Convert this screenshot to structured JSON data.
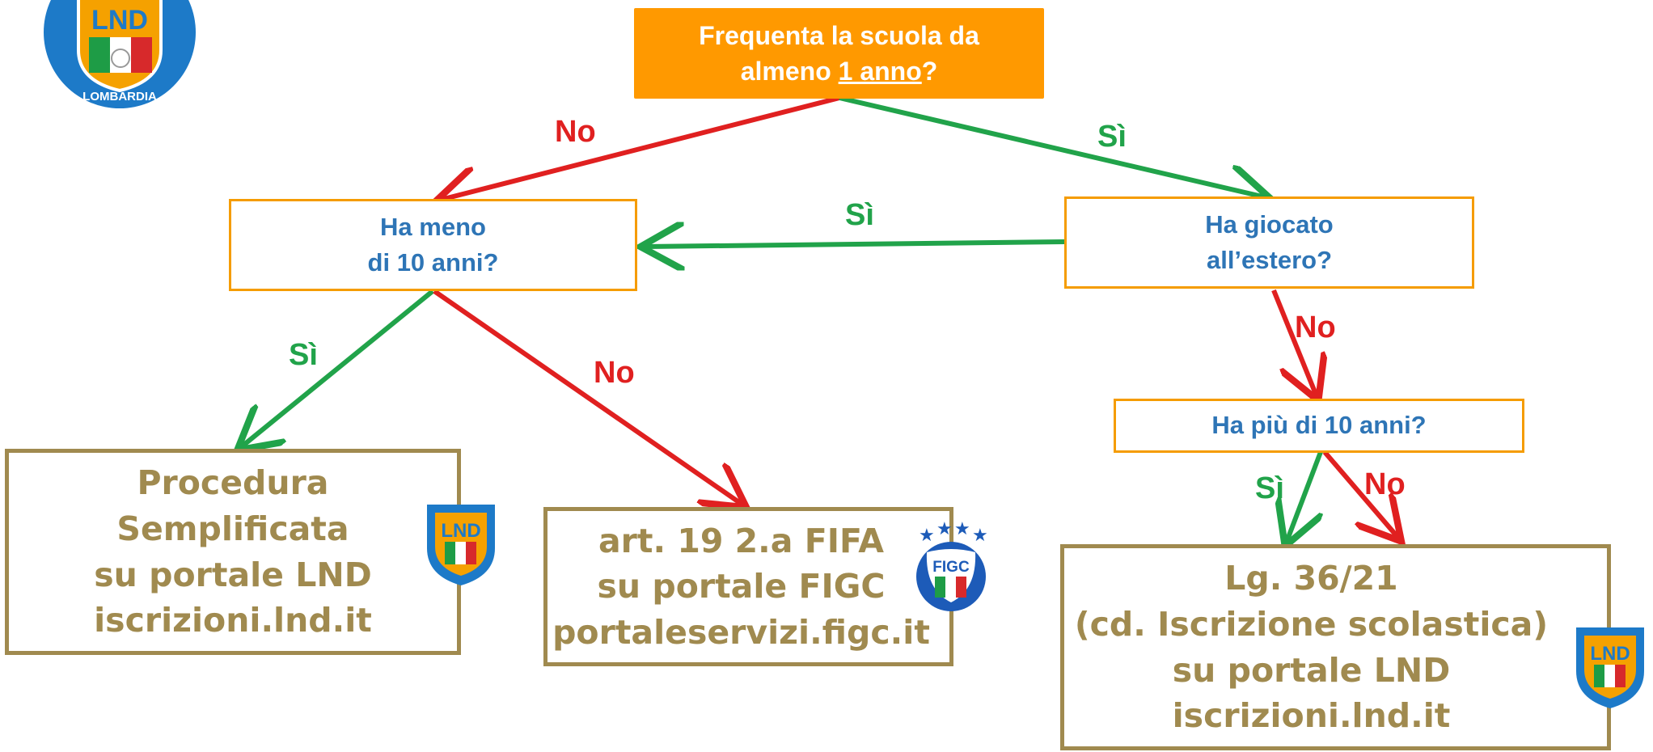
{
  "nodes": {
    "start": {
      "prefix": "Frequenta la scuola da",
      "line2_pre": "almeno ",
      "line2_u": "1 anno",
      "line2_post": "?"
    },
    "under10": {
      "line1": "Ha meno",
      "line2": "di 10 anni?"
    },
    "abroad": {
      "line1": "Ha giocato",
      "line2": "all’estero?"
    },
    "over10": {
      "line1": "Ha più di 10 anni?"
    }
  },
  "outcomes": {
    "simplified": [
      "Procedura",
      "Semplificata",
      "su portale LND",
      "iscrizioni.lnd.it"
    ],
    "fifa": [
      "art. 19 2.a FIFA",
      "su portale FIGC",
      "portaleservizi.figc.it"
    ],
    "law": [
      "Lg. 36/21",
      "(cd. Iscrizione scolastica)",
      "su portale LND",
      "iscrizioni.lnd.it"
    ]
  },
  "edge_labels": {
    "start_no": "No",
    "start_si": "Sì",
    "abroad_si": "Sì",
    "under10_si": "Sì",
    "under10_no": "No",
    "abroad_no": "No",
    "over10_si": "Sì",
    "over10_no": "No"
  },
  "logos": {
    "lnd_main": {
      "top": "LND",
      "bottom": "LOMBARDIA"
    },
    "lnd_shield": "LND",
    "figc": "FIGC"
  },
  "colors": {
    "no": "#e02020",
    "si": "#21a34a",
    "question_border": "#f59c00",
    "start_fill": "#ff9900",
    "outcome": "#a08a4f",
    "question_text": "#2e75b6"
  }
}
